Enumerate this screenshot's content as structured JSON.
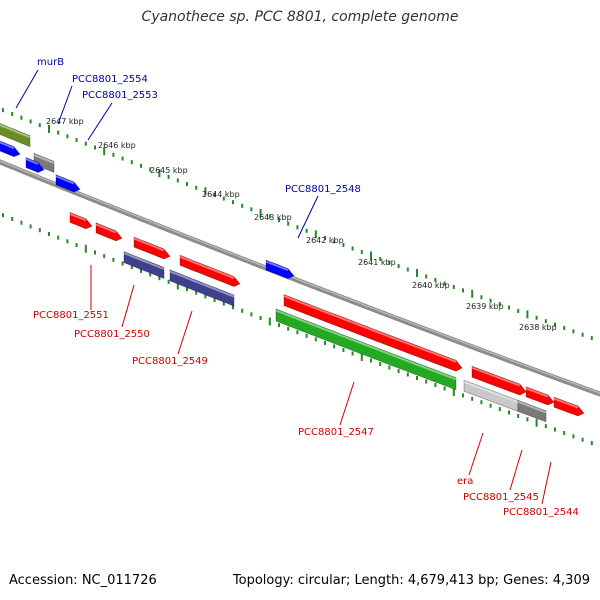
{
  "title": "Cyanothece sp. PCC 8801, complete genome",
  "footer": {
    "accession": "Accession: NC_011726",
    "topology": "Topology: circular; Length: 4,679,413 bp; Genes: 4,309"
  },
  "colors": {
    "backbone": "#8c8c8c",
    "forward": "#0000ff",
    "reverse": "#ff0000",
    "olive": "#6b8e23",
    "gray": "#7a7a7a",
    "lightgray": "#c8c8c8",
    "navy": "#3f3f8f",
    "green": "#22aa22",
    "tick": "#228b22",
    "fwd_label": "#0000aa",
    "rev_label": "#cc0000"
  },
  "ticks": [
    "2647 kbp",
    "2646 kbp",
    "2645 kbp",
    "2644 kbp",
    "2643 kbp",
    "2642 kbp",
    "2641 kbp",
    "2640 kbp",
    "2639 kbp",
    "2638 kbp"
  ],
  "gene_labels": [
    {
      "text": "murB",
      "strand": "forward"
    },
    {
      "text": "PCC8801_2554",
      "strand": "forward"
    },
    {
      "text": "PCC8801_2553",
      "strand": "forward"
    },
    {
      "text": "PCC8801_2548",
      "strand": "forward"
    },
    {
      "text": "PCC8801_2551",
      "strand": "reverse"
    },
    {
      "text": "PCC8801_2550",
      "strand": "reverse"
    },
    {
      "text": "PCC8801_2549",
      "strand": "reverse"
    },
    {
      "text": "PCC8801_2547",
      "strand": "reverse"
    },
    {
      "text": "era",
      "strand": "reverse"
    },
    {
      "text": "PCC8801_2545",
      "strand": "reverse"
    },
    {
      "text": "PCC8801_2544",
      "strand": "reverse"
    }
  ]
}
